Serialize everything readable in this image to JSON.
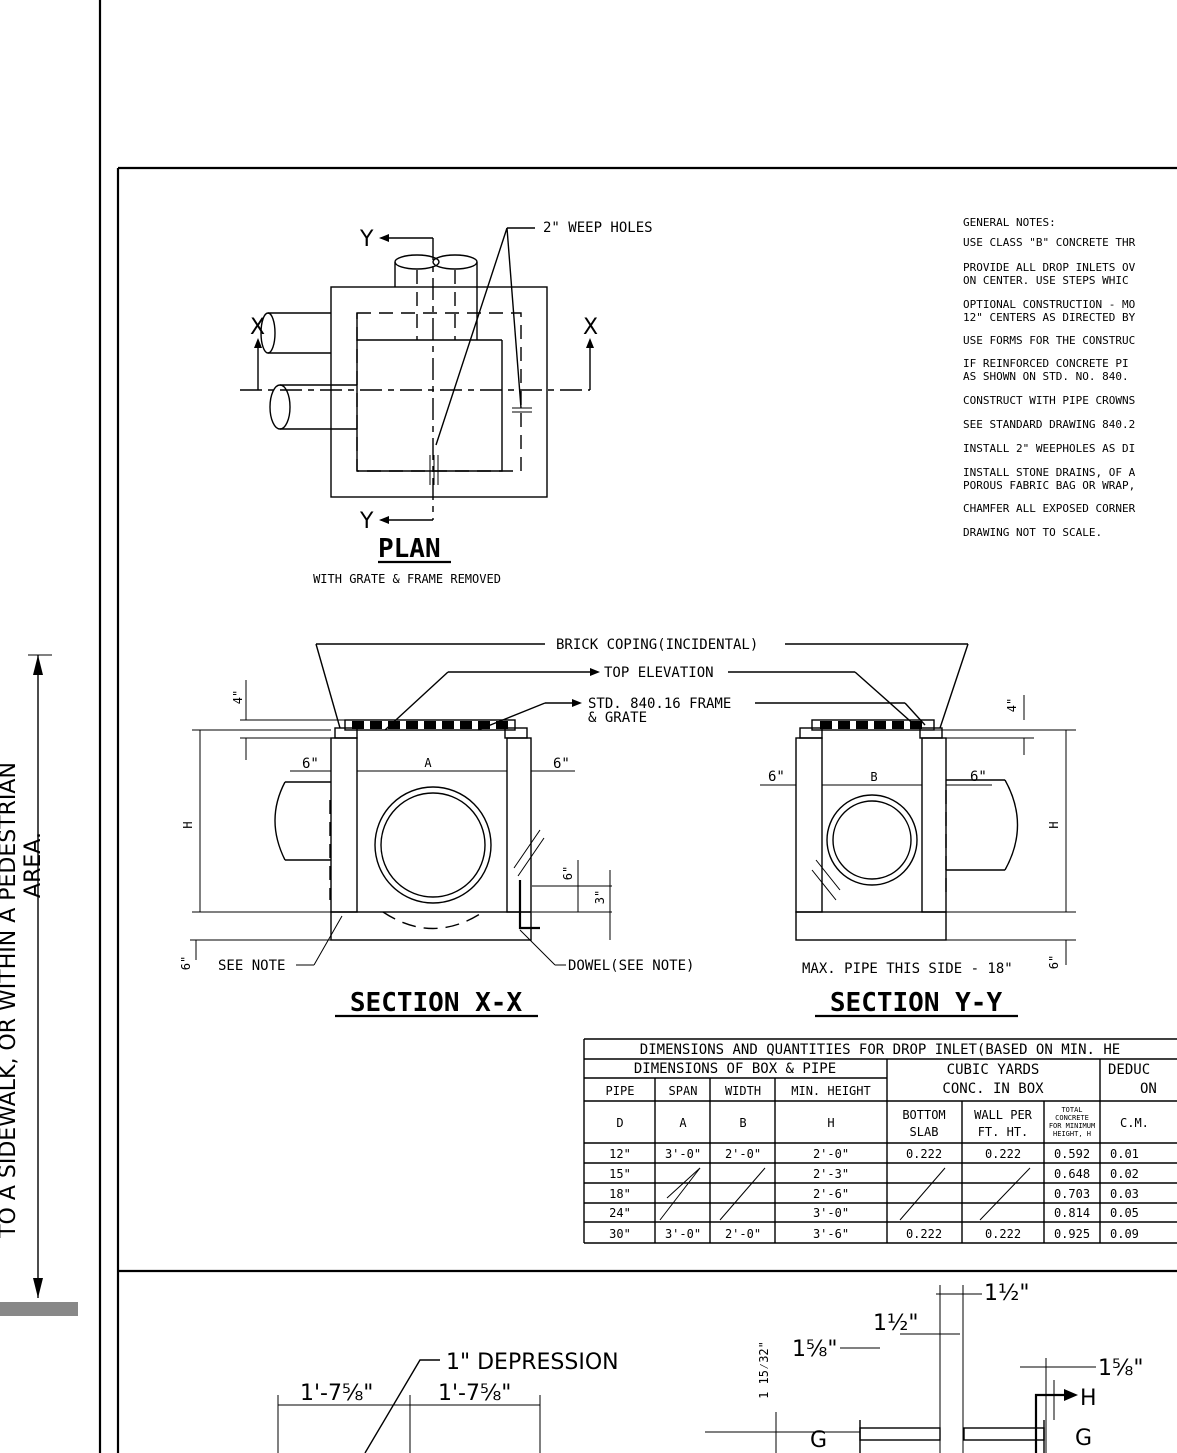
{
  "side_text": {
    "line1": "TO A SIDEWALK, OR WITHIN A PEDESTRIAN",
    "line2": "AREA."
  },
  "plan": {
    "label_y_top": "Y",
    "label_y_bottom": "Y",
    "label_x_left": "X",
    "label_x_right": "X",
    "weep_holes": "2\" WEEP HOLES",
    "title": "PLAN",
    "subtitle": "WITH GRATE & FRAME REMOVED"
  },
  "general_notes": {
    "heading": "GENERAL NOTES:",
    "notes": [
      "USE CLASS \"B\" CONCRETE THR",
      "PROVIDE ALL DROP INLETS OV",
      "ON CENTER.  USE STEPS WHIC",
      "OPTIONAL CONSTRUCTION - MO",
      "12\" CENTERS AS DIRECTED BY",
      "USE FORMS FOR THE CONSTRUC",
      "IF REINFORCED CONCRETE PI",
      "AS SHOWN ON STD. NO. 840.",
      "CONSTRUCT WITH PIPE CROWNS",
      "SEE STANDARD DRAWING 840.2",
      "INSTALL 2\" WEEPHOLES AS DI",
      "INSTALL STONE DRAINS, OF A",
      "POROUS FABRIC BAG OR WRAP,",
      "CHAMFER ALL EXPOSED CORNER",
      "DRAWING NOT TO SCALE."
    ]
  },
  "sections": {
    "brick_coping": "BRICK COPING(INCIDENTAL)",
    "top_elevation": "TOP ELEVATION",
    "frame_grate_1": "STD. 840.16 FRAME",
    "frame_grate_2": "& GRATE",
    "dim_4": "4\"",
    "dim_6": "6\"",
    "dim_3": "3\"",
    "dim_H": "H",
    "dim_A": "A",
    "dim_B": "B",
    "see_note": "SEE NOTE",
    "dowel": "DOWEL(SEE NOTE)",
    "max_pipe": "MAX. PIPE THIS SIDE - 18\"",
    "title_x": "SECTION X-X",
    "title_y": "SECTION Y-Y"
  },
  "table": {
    "title": "DIMENSIONS AND QUANTITIES FOR DROP INLET(BASED ON MIN. HE",
    "group1": "DIMENSIONS OF BOX & PIPE",
    "group2a": "CUBIC YARDS",
    "group2b": "CONC. IN BOX",
    "group3a": "DEDUC",
    "group3b": "ON",
    "sub_pipe": "PIPE",
    "sub_span": "SPAN",
    "sub_width": "WIDTH",
    "sub_minh": "MIN. HEIGHT",
    "col_d": "D",
    "col_a": "A",
    "col_b": "B",
    "col_h": "H",
    "col_bottom1": "BOTTOM",
    "col_bottom2": "SLAB",
    "col_wall1": "WALL PER",
    "col_wall2": "FT. HT.",
    "col_total1": "TOTAL",
    "col_total2": "CONCRETE",
    "col_total3": "FOR MINIMUM",
    "col_total4": "HEIGHT, H",
    "col_cm": "C.M.",
    "rows": [
      {
        "d": "12\"",
        "a": "3'-0\"",
        "b": "2'-0\"",
        "h": "2'-0\"",
        "bs": "0.222",
        "w": "0.222",
        "t": "0.592",
        "c": "0.01"
      },
      {
        "d": "15\"",
        "a": "",
        "b": "",
        "h": "2'-3\"",
        "bs": "",
        "w": "",
        "t": "0.648",
        "c": "0.02"
      },
      {
        "d": "18\"",
        "a": "",
        "b": "",
        "h": "2'-6\"",
        "bs": "",
        "w": "",
        "t": "0.703",
        "c": "0.03"
      },
      {
        "d": "24\"",
        "a": "",
        "b": "",
        "h": "3'-0\"",
        "bs": "",
        "w": "",
        "t": "0.814",
        "c": "0.05"
      },
      {
        "d": "30\"",
        "a": "3'-0\"",
        "b": "2'-0\"",
        "h": "3'-6\"",
        "bs": "0.222",
        "w": "0.222",
        "t": "0.925",
        "c": "0.09"
      }
    ]
  },
  "bottom": {
    "depression": "1\" DEPRESSION",
    "dim_left": "1'-7⅝\"",
    "dim_right": "1'-7⅝\"",
    "dim_15_32": "1 15⁄32\"",
    "dim_1_5_8_a": "1⅝\"",
    "dim_1_1_2_a": "1½\"",
    "dim_1_1_2_b": "1½\"",
    "dim_1_5_8_b": "1⅝\"",
    "label_h": "H",
    "label_g_left": "G",
    "label_g_right": "G"
  }
}
